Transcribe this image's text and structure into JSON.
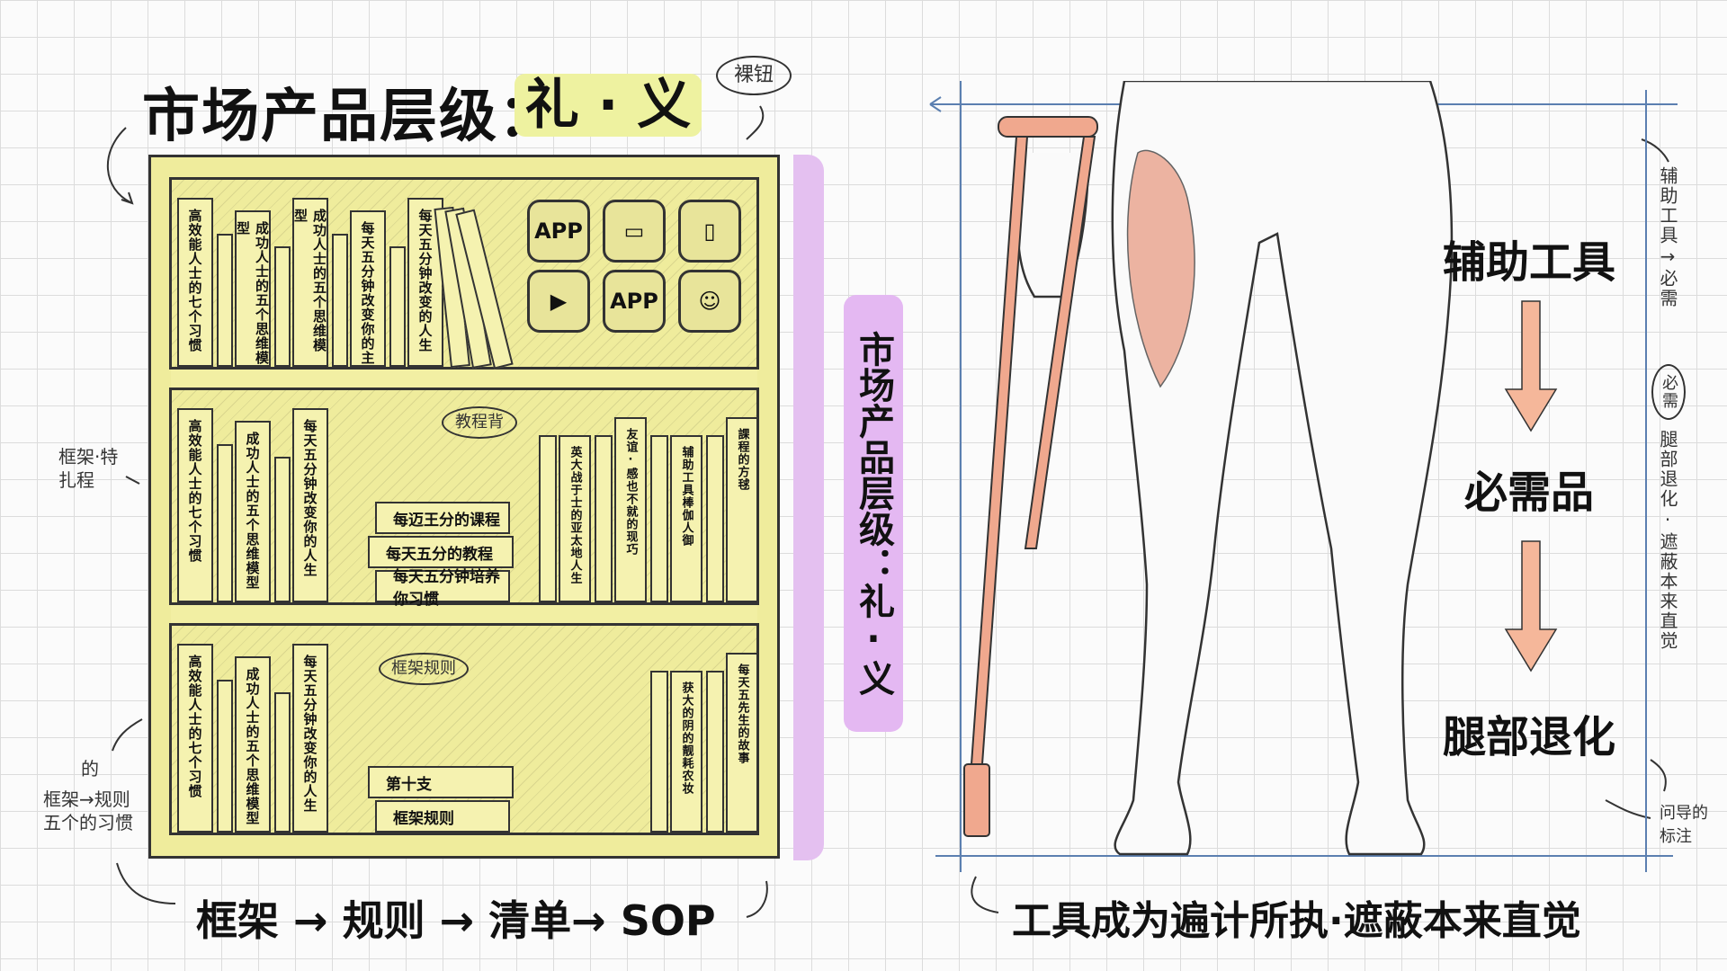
{
  "title": {
    "main": "市场产品层级：",
    "highlight": "礼 · 义",
    "tag": "裸钮"
  },
  "vertical_label": "市场产品层级：礼·义",
  "left_notes": {
    "top": "框架·特\n扎程",
    "bottom_small": "的",
    "bottom": "框架→规则\n五个的习惯"
  },
  "flow_bottom": "框架 → 规则 → 清单→ SOP",
  "shelves": [
    {
      "books": [
        "高效能人士的七个习惯",
        "成功人士的五个思维模型",
        "成功人士的五个思维模型",
        "每天五分钟改变你的主",
        "每天五分钟改变的人生"
      ],
      "apps": [
        "APP",
        "",
        "",
        "",
        "APP",
        ""
      ]
    },
    {
      "books": [
        "高效能人士的七个习惯",
        "成功人士的五个思维模型",
        "每天五分钟改变你的人生"
      ],
      "tag": "教程背",
      "stack": [
        "每天五分钟培养你习惯",
        "每天五分的教程",
        "每迈王分的课程"
      ],
      "right_books": [
        "英大战于士的亚太地人生",
        "友谊·感也不就的现巧",
        "辅助工具棒伽人御",
        "課程的方毬"
      ]
    },
    {
      "books": [
        "高效能人士的七个习惯",
        "成功人士的五个思维模型",
        "每天五分钟改变你的人生"
      ],
      "tag": "框架规则",
      "stack": [
        "框架规则",
        "第十支"
      ],
      "right_books": [
        "获大的阴的靓耗农妆",
        "每天五先生的故事"
      ]
    }
  ],
  "right": {
    "steps": [
      "辅助工具",
      "必需品",
      "腿部退化"
    ],
    "side_note_1": "辅助工具→必需",
    "side_note_circle": "必需",
    "side_note_2": "腿部退化·遮蔽本来直觉",
    "corner_note": "问导的\n标注",
    "caption": "工具成为遍计所执·遮蔽本来直觉"
  },
  "colors": {
    "shelf": "#f2efa3",
    "highlight": "#eef2a0",
    "purple": "#e4b8f2",
    "arrow": "#f5b79a",
    "muscle": "#e89c84",
    "frame": "#5b7fb0"
  }
}
